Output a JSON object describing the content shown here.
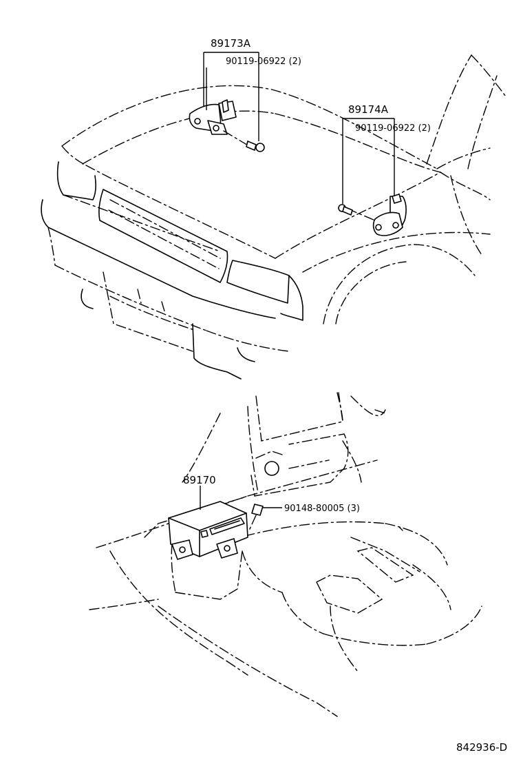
{
  "labels": {
    "front_left_sensor": "89173A",
    "front_left_bolt": "90119-06922 (2)",
    "front_right_sensor": "89174A",
    "front_right_bolt": "90119-06922 (2)",
    "center_sensor": "89170",
    "center_bolt": "90148-80005 (3)",
    "diagram_id": "842936-D"
  }
}
